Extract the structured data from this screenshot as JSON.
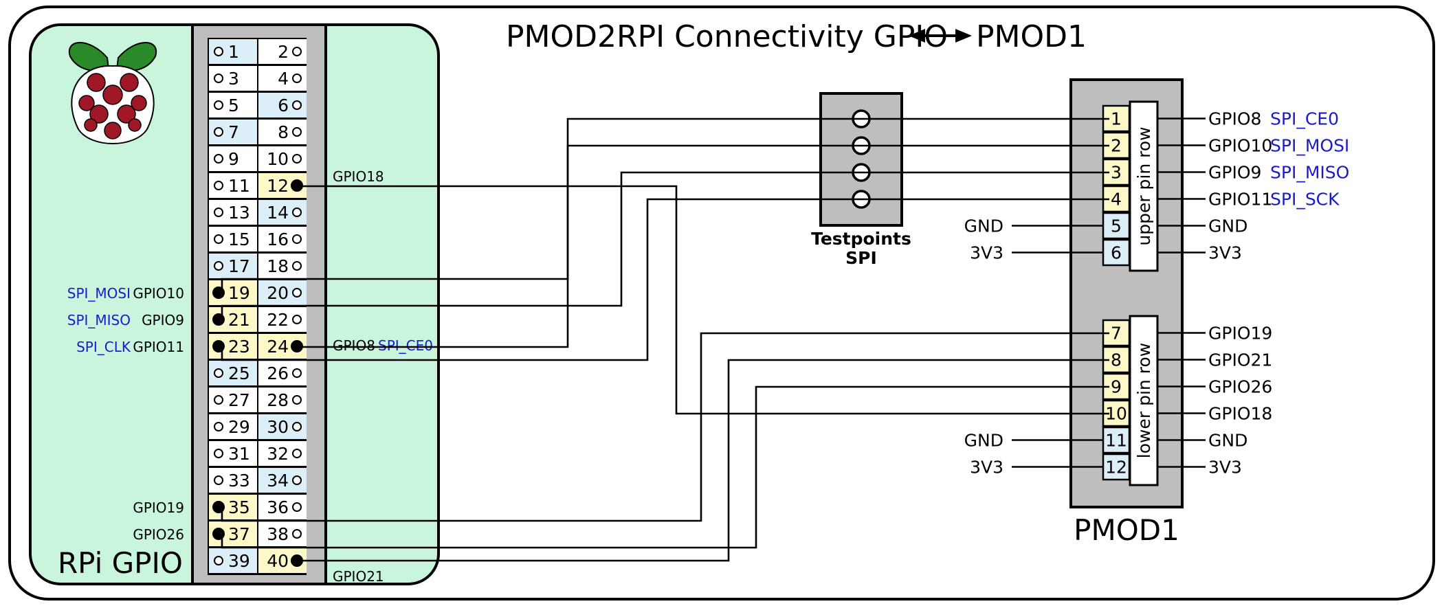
{
  "title": "PMOD2RPI Connectivity GPIO",
  "title_right": "PMOD1",
  "rpi_label": "RPi GPIO",
  "testpoints_label": [
    "Testpoints",
    "SPI"
  ],
  "pmod_label": "PMOD1",
  "upper_row_label": "upper pin row",
  "lower_row_label": "lower pin row",
  "colors": {
    "board_bg": "#c8f5dc",
    "header_bg": "#bebebe",
    "pin_blue": "#dceef8",
    "pin_yellow": "#fdf8c8",
    "signal_blue": "#1a1acc",
    "rpi_leaf": "#2a8a2a",
    "rpi_berry": "#a01828"
  },
  "rpi_pins": [
    {
      "n": "1",
      "bg": "blue",
      "conn": false
    },
    {
      "n": "2",
      "bg": "white",
      "conn": false
    },
    {
      "n": "3",
      "bg": "white",
      "conn": false
    },
    {
      "n": "4",
      "bg": "white",
      "conn": false
    },
    {
      "n": "5",
      "bg": "white",
      "conn": false
    },
    {
      "n": "6",
      "bg": "blue",
      "conn": false
    },
    {
      "n": "7",
      "bg": "blue",
      "conn": false
    },
    {
      "n": "8",
      "bg": "white",
      "conn": false
    },
    {
      "n": "9",
      "bg": "white",
      "conn": false
    },
    {
      "n": "10",
      "bg": "white",
      "conn": false
    },
    {
      "n": "11",
      "bg": "white",
      "conn": false
    },
    {
      "n": "12",
      "bg": "yellow",
      "conn": true
    },
    {
      "n": "13",
      "bg": "white",
      "conn": false
    },
    {
      "n": "14",
      "bg": "blue",
      "conn": false
    },
    {
      "n": "15",
      "bg": "white",
      "conn": false
    },
    {
      "n": "16",
      "bg": "white",
      "conn": false
    },
    {
      "n": "17",
      "bg": "blue",
      "conn": false
    },
    {
      "n": "18",
      "bg": "white",
      "conn": false
    },
    {
      "n": "19",
      "bg": "yellow",
      "conn": true
    },
    {
      "n": "20",
      "bg": "blue",
      "conn": false
    },
    {
      "n": "21",
      "bg": "yellow",
      "conn": true
    },
    {
      "n": "22",
      "bg": "white",
      "conn": false
    },
    {
      "n": "23",
      "bg": "yellow",
      "conn": true
    },
    {
      "n": "24",
      "bg": "yellow",
      "conn": true
    },
    {
      "n": "25",
      "bg": "blue",
      "conn": false
    },
    {
      "n": "26",
      "bg": "white",
      "conn": false
    },
    {
      "n": "27",
      "bg": "white",
      "conn": false
    },
    {
      "n": "28",
      "bg": "white",
      "conn": false
    },
    {
      "n": "29",
      "bg": "white",
      "conn": false
    },
    {
      "n": "30",
      "bg": "blue",
      "conn": false
    },
    {
      "n": "31",
      "bg": "white",
      "conn": false
    },
    {
      "n": "32",
      "bg": "white",
      "conn": false
    },
    {
      "n": "33",
      "bg": "white",
      "conn": false
    },
    {
      "n": "34",
      "bg": "blue",
      "conn": false
    },
    {
      "n": "35",
      "bg": "yellow",
      "conn": true
    },
    {
      "n": "36",
      "bg": "white",
      "conn": false
    },
    {
      "n": "37",
      "bg": "yellow",
      "conn": true
    },
    {
      "n": "38",
      "bg": "white",
      "conn": false
    },
    {
      "n": "39",
      "bg": "blue",
      "conn": false
    },
    {
      "n": "40",
      "bg": "yellow",
      "conn": true
    }
  ],
  "rpi_left_labels": [
    {
      "pin": "19",
      "sig": "SPI_MOSI",
      "gpio": "GPIO10"
    },
    {
      "pin": "21",
      "sig": "SPI_MISO",
      "gpio": "GPIO9"
    },
    {
      "pin": "23",
      "sig": "SPI_CLK",
      "gpio": "GPIO11"
    },
    {
      "pin": "35",
      "sig": "",
      "gpio": "GPIO19"
    },
    {
      "pin": "37",
      "sig": "",
      "gpio": "GPIO26"
    }
  ],
  "rpi_right_labels": [
    {
      "pin": "12",
      "gpio": "GPIO18",
      "sig": ""
    },
    {
      "pin": "24",
      "gpio": "GPIO8",
      "sig": "SPI_CE0"
    },
    {
      "pin": "40",
      "gpio": "GPIO21",
      "sig": ""
    }
  ],
  "pmod_pins": [
    {
      "n": "1",
      "bg": "yellow",
      "left": "",
      "right_gpio": "GPIO8",
      "right_sig": "SPI_CE0"
    },
    {
      "n": "2",
      "bg": "yellow",
      "left": "",
      "right_gpio": "GPIO10",
      "right_sig": "SPI_MOSI"
    },
    {
      "n": "3",
      "bg": "yellow",
      "left": "",
      "right_gpio": "GPIO9",
      "right_sig": "SPI_MISO"
    },
    {
      "n": "4",
      "bg": "yellow",
      "left": "",
      "right_gpio": "GPIO11",
      "right_sig": "SPI_SCK"
    },
    {
      "n": "5",
      "bg": "blue",
      "left": "GND",
      "right_gpio": "GND",
      "right_sig": ""
    },
    {
      "n": "6",
      "bg": "blue",
      "left": "3V3",
      "right_gpio": "3V3",
      "right_sig": ""
    },
    {
      "n": "7",
      "bg": "yellow",
      "left": "",
      "right_gpio": "GPIO19",
      "right_sig": ""
    },
    {
      "n": "8",
      "bg": "yellow",
      "left": "",
      "right_gpio": "GPIO21",
      "right_sig": ""
    },
    {
      "n": "9",
      "bg": "yellow",
      "left": "",
      "right_gpio": "GPIO26",
      "right_sig": ""
    },
    {
      "n": "10",
      "bg": "yellow",
      "left": "",
      "right_gpio": "GPIO18",
      "right_sig": ""
    },
    {
      "n": "11",
      "bg": "blue",
      "left": "GND",
      "right_gpio": "GND",
      "right_sig": ""
    },
    {
      "n": "12",
      "bg": "blue",
      "left": "3V3",
      "right_gpio": "3V3",
      "right_sig": ""
    }
  ]
}
